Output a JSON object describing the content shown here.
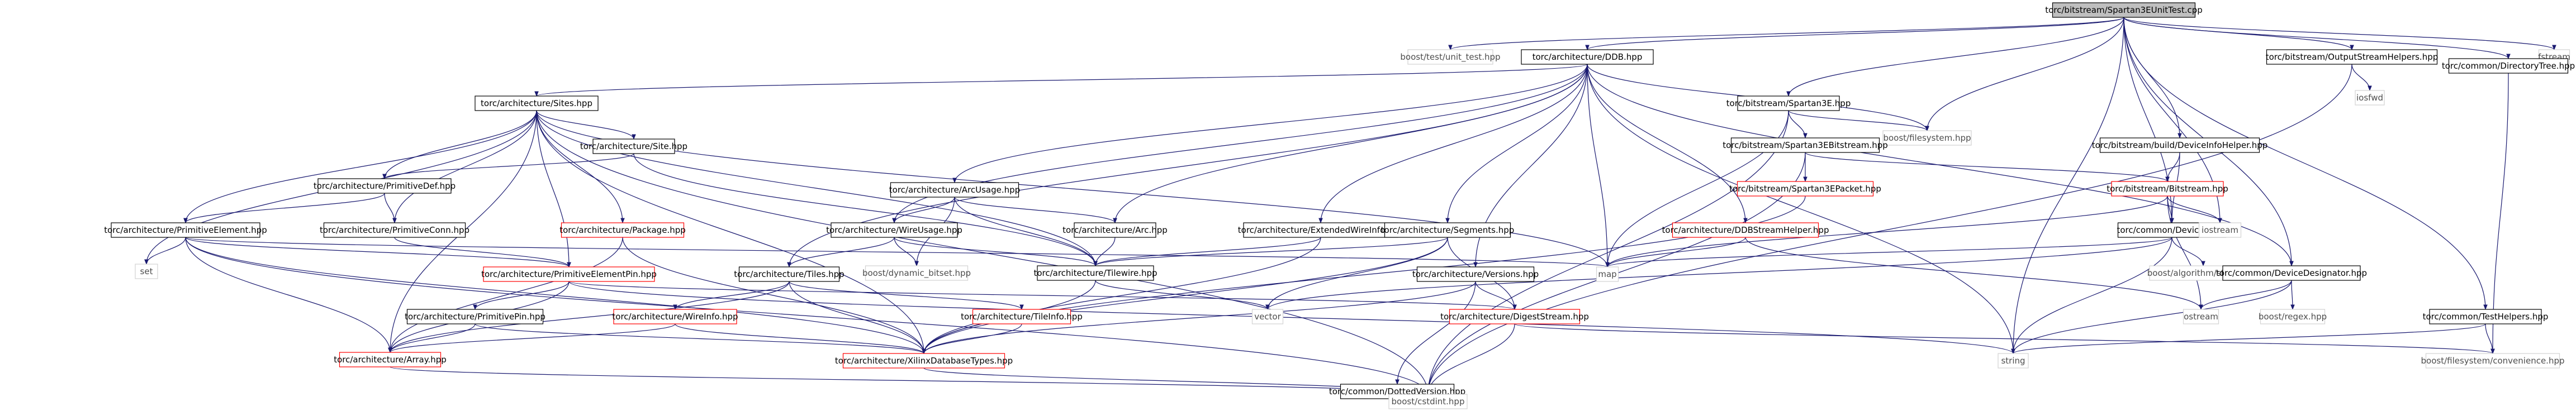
{
  "nodes": [
    {
      "id": "n0",
      "label": "torc/bitstream/Spartan3EUnitTest.cpp",
      "style": "root"
    },
    {
      "id": "n1",
      "label": "boost/test/unit_test.hpp",
      "style": "plain"
    },
    {
      "id": "n2",
      "label": "torc/architecture/DDB.hpp",
      "style": "file"
    },
    {
      "id": "n3",
      "label": "torc/bitstream/OutputStreamHelpers.hpp",
      "style": "file"
    },
    {
      "id": "n4",
      "label": "fstream",
      "style": "plain"
    },
    {
      "id": "n5",
      "label": "torc/common/DirectoryTree.hpp",
      "style": "file"
    },
    {
      "id": "n6",
      "label": "iosfwd",
      "style": "plain"
    },
    {
      "id": "n7",
      "label": "torc/architecture/Sites.hpp",
      "style": "file"
    },
    {
      "id": "n8",
      "label": "torc/bitstream/Spartan3E.hpp",
      "style": "file"
    },
    {
      "id": "n9",
      "label": "boost/filesystem.hpp",
      "style": "plain"
    },
    {
      "id": "n10",
      "label": "torc/bitstream/build/DeviceInfoHelper.hpp",
      "style": "file"
    },
    {
      "id": "n11",
      "label": "torc/architecture/Site.hpp",
      "style": "file"
    },
    {
      "id": "n12",
      "label": "torc/bitstream/Spartan3EBitstream.hpp",
      "style": "file"
    },
    {
      "id": "n13",
      "label": "torc/bitstream/Spartan3EPacket.hpp",
      "style": "red"
    },
    {
      "id": "n14",
      "label": "torc/bitstream/Bitstream.hpp",
      "style": "red"
    },
    {
      "id": "n15",
      "label": "torc/architecture/PrimitiveDef.hpp",
      "style": "file"
    },
    {
      "id": "n16",
      "label": "torc/architecture/ArcUsage.hpp",
      "style": "file"
    },
    {
      "id": "n17",
      "label": "torc/architecture/PrimitiveElement.hpp",
      "style": "file"
    },
    {
      "id": "n18",
      "label": "torc/architecture/PrimitiveConn.hpp",
      "style": "file"
    },
    {
      "id": "n19",
      "label": "torc/architecture/Package.hpp",
      "style": "red"
    },
    {
      "id": "n20",
      "label": "torc/architecture/WireUsage.hpp",
      "style": "file"
    },
    {
      "id": "n21",
      "label": "torc/architecture/Arc.hpp",
      "style": "file"
    },
    {
      "id": "n22",
      "label": "torc/architecture/ExtendedWireInfo.hpp",
      "style": "file"
    },
    {
      "id": "n23",
      "label": "torc/architecture/Segments.hpp",
      "style": "file"
    },
    {
      "id": "n24",
      "label": "torc/architecture/DDBStreamHelper.hpp",
      "style": "red"
    },
    {
      "id": "n25",
      "label": "torc/common/Devices.hpp",
      "style": "file"
    },
    {
      "id": "n26",
      "label": "iostream",
      "style": "plain"
    },
    {
      "id": "n27",
      "label": "set",
      "style": "plain"
    },
    {
      "id": "n28",
      "label": "torc/architecture/PrimitiveElementPin.hpp",
      "style": "red"
    },
    {
      "id": "n29",
      "label": "boost/dynamic_bitset.hpp",
      "style": "plain"
    },
    {
      "id": "n30",
      "label": "torc/architecture/Tilewire.hpp",
      "style": "file"
    },
    {
      "id": "n31",
      "label": "map",
      "style": "plain"
    },
    {
      "id": "n32",
      "label": "boost/algorithm/string.hpp",
      "style": "plain"
    },
    {
      "id": "n33",
      "label": "torc/common/DeviceDesignator.hpp",
      "style": "file"
    },
    {
      "id": "n34",
      "label": "torc/architecture/Tiles.hpp",
      "style": "file"
    },
    {
      "id": "n35",
      "label": "torc/architecture/Versions.hpp",
      "style": "file"
    },
    {
      "id": "n36",
      "label": "vector",
      "style": "plain"
    },
    {
      "id": "n37",
      "label": "ostream",
      "style": "plain"
    },
    {
      "id": "n38",
      "label": "boost/regex.hpp",
      "style": "plain"
    },
    {
      "id": "n39",
      "label": "torc/architecture/PrimitivePin.hpp",
      "style": "file"
    },
    {
      "id": "n40",
      "label": "torc/architecture/WireInfo.hpp",
      "style": "red"
    },
    {
      "id": "n41",
      "label": "torc/architecture/TileInfo.hpp",
      "style": "red"
    },
    {
      "id": "n42",
      "label": "torc/architecture/DigestStream.hpp",
      "style": "red"
    },
    {
      "id": "n43",
      "label": "torc/common/TestHelpers.hpp",
      "style": "file"
    },
    {
      "id": "n44",
      "label": "torc/architecture/Array.hpp",
      "style": "red"
    },
    {
      "id": "n45",
      "label": "torc/architecture/XilinxDatabaseTypes.hpp",
      "style": "red"
    },
    {
      "id": "n46",
      "label": "string",
      "style": "plain"
    },
    {
      "id": "n47",
      "label": "boost/filesystem/convenience.hpp",
      "style": "plain"
    },
    {
      "id": "n48",
      "label": "torc/common/DottedVersion.hpp",
      "style": "file"
    },
    {
      "id": "n49",
      "label": "boost/cstdint.hpp",
      "style": "plain"
    }
  ],
  "edges": [
    [
      "n0",
      "n1"
    ],
    [
      "n0",
      "n2"
    ],
    [
      "n0",
      "n3"
    ],
    [
      "n0",
      "n4"
    ],
    [
      "n0",
      "n5"
    ],
    [
      "n0",
      "n8"
    ],
    [
      "n0",
      "n9"
    ],
    [
      "n0",
      "n10"
    ],
    [
      "n0",
      "n25"
    ],
    [
      "n0",
      "n26"
    ],
    [
      "n0",
      "n33"
    ],
    [
      "n0",
      "n43"
    ],
    [
      "n0",
      "n46"
    ],
    [
      "n2",
      "n7"
    ],
    [
      "n2",
      "n16"
    ],
    [
      "n2",
      "n20"
    ],
    [
      "n2",
      "n21"
    ],
    [
      "n2",
      "n22"
    ],
    [
      "n2",
      "n23"
    ],
    [
      "n2",
      "n24"
    ],
    [
      "n2",
      "n34"
    ],
    [
      "n2",
      "n35"
    ],
    [
      "n2",
      "n31"
    ],
    [
      "n2",
      "n46"
    ],
    [
      "n2",
      "n33"
    ],
    [
      "n2",
      "n9"
    ],
    [
      "n3",
      "n6"
    ],
    [
      "n3",
      "n49"
    ],
    [
      "n5",
      "n47"
    ],
    [
      "n7",
      "n11"
    ],
    [
      "n7",
      "n15"
    ],
    [
      "n7",
      "n17"
    ],
    [
      "n7",
      "n18"
    ],
    [
      "n7",
      "n19"
    ],
    [
      "n7",
      "n27"
    ],
    [
      "n7",
      "n28"
    ],
    [
      "n7",
      "n30"
    ],
    [
      "n7",
      "n31"
    ],
    [
      "n7",
      "n44"
    ],
    [
      "n7",
      "n45"
    ],
    [
      "n7",
      "n49"
    ],
    [
      "n8",
      "n12"
    ],
    [
      "n8",
      "n9"
    ],
    [
      "n8",
      "n31"
    ],
    [
      "n8",
      "n49"
    ],
    [
      "n10",
      "n14"
    ],
    [
      "n10",
      "n25"
    ],
    [
      "n11",
      "n15"
    ],
    [
      "n11",
      "n30"
    ],
    [
      "n12",
      "n13"
    ],
    [
      "n12",
      "n14"
    ],
    [
      "n12",
      "n49"
    ],
    [
      "n13",
      "n45"
    ],
    [
      "n14",
      "n25"
    ],
    [
      "n14",
      "n26"
    ],
    [
      "n14",
      "n31"
    ],
    [
      "n14",
      "n37"
    ],
    [
      "n15",
      "n17"
    ],
    [
      "n15",
      "n18"
    ],
    [
      "n16",
      "n20"
    ],
    [
      "n16",
      "n21"
    ],
    [
      "n16",
      "n29"
    ],
    [
      "n16",
      "n30"
    ],
    [
      "n17",
      "n27"
    ],
    [
      "n17",
      "n28"
    ],
    [
      "n17",
      "n31"
    ],
    [
      "n17",
      "n44"
    ],
    [
      "n17",
      "n45"
    ],
    [
      "n17",
      "n49"
    ],
    [
      "n18",
      "n28"
    ],
    [
      "n19",
      "n44"
    ],
    [
      "n19",
      "n45"
    ],
    [
      "n20",
      "n29"
    ],
    [
      "n20",
      "n30"
    ],
    [
      "n20",
      "n34"
    ],
    [
      "n21",
      "n30"
    ],
    [
      "n22",
      "n30"
    ],
    [
      "n22",
      "n45"
    ],
    [
      "n23",
      "n30"
    ],
    [
      "n23",
      "n36"
    ],
    [
      "n23",
      "n42"
    ],
    [
      "n23",
      "n45"
    ],
    [
      "n24",
      "n31"
    ],
    [
      "n24",
      "n37"
    ],
    [
      "n25",
      "n32"
    ],
    [
      "n25",
      "n36"
    ],
    [
      "n25",
      "n31"
    ],
    [
      "n25",
      "n46"
    ],
    [
      "n28",
      "n39"
    ],
    [
      "n28",
      "n42"
    ],
    [
      "n28",
      "n44"
    ],
    [
      "n28",
      "n46"
    ],
    [
      "n30",
      "n36"
    ],
    [
      "n30",
      "n45"
    ],
    [
      "n33",
      "n37"
    ],
    [
      "n33",
      "n38"
    ],
    [
      "n33",
      "n46"
    ],
    [
      "n34",
      "n40"
    ],
    [
      "n34",
      "n41"
    ],
    [
      "n34",
      "n44"
    ],
    [
      "n34",
      "n45"
    ],
    [
      "n35",
      "n42"
    ],
    [
      "n35",
      "n45"
    ],
    [
      "n35",
      "n48"
    ],
    [
      "n39",
      "n44"
    ],
    [
      "n39",
      "n45"
    ],
    [
      "n40",
      "n44"
    ],
    [
      "n40",
      "n45"
    ],
    [
      "n41",
      "n45"
    ],
    [
      "n42",
      "n47"
    ],
    [
      "n42",
      "n49"
    ],
    [
      "n43",
      "n46"
    ],
    [
      "n43",
      "n47"
    ],
    [
      "n44",
      "n49"
    ],
    [
      "n45",
      "n49"
    ],
    [
      "n48",
      "n49"
    ]
  ],
  "colors": {
    "edge": "#191970",
    "root_fill": "#bfbfbf",
    "node_border": "#000000",
    "red_border": "#ff0000",
    "plain_border": "#d3d3d3",
    "text": "#000000",
    "plain_text": "#4d4d4d"
  }
}
